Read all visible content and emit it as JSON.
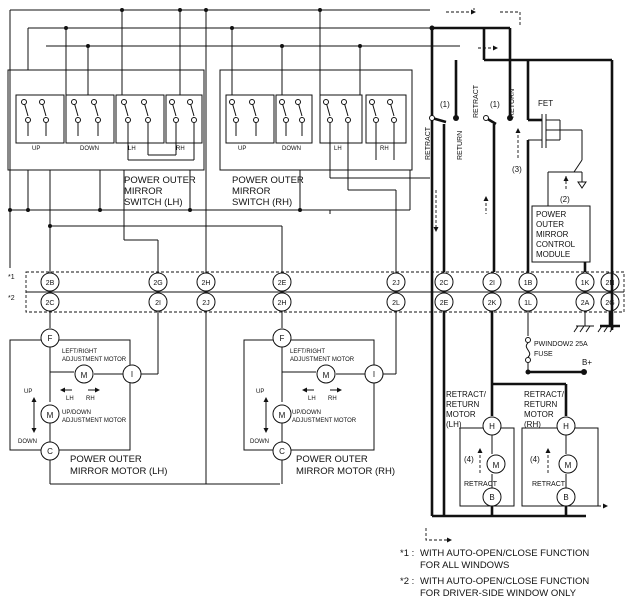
{
  "connector_rows": [
    {
      "marker": "*1",
      "pins": [
        "2B",
        "2G",
        "2H",
        "2E",
        "2J",
        "2C",
        "2I",
        "1B",
        "1K",
        "2N"
      ]
    },
    {
      "marker": "*2",
      "pins": [
        "2C",
        "2I",
        "2J",
        "2H",
        "2L",
        "2E",
        "2K",
        "1L",
        "2A",
        "2G"
      ]
    }
  ],
  "switch_lh": {
    "name_line1": "POWER OUTER",
    "name_line2": "MIRROR",
    "name_line3": "SWITCH (LH)",
    "up": "UP",
    "down": "DOWN",
    "lh": "LH",
    "rh": "RH"
  },
  "switch_rh": {
    "name_line1": "POWER OUTER",
    "name_line2": "MIRROR",
    "name_line3": "SWITCH (RH)",
    "up": "UP",
    "down": "DOWN",
    "lh": "LH",
    "rh": "RH"
  },
  "mirror_lh": {
    "terminal_f": "F",
    "terminal_i": "I",
    "terminal_c": "C",
    "lr_motor_line1": "LEFT/RIGHT",
    "lr_motor_line2": "ADJUSTMENT MOTOR",
    "ud_motor_line1": "UP/DOWN",
    "ud_motor_line2": "ADJUSTMENT MOTOR",
    "motor_symbol": "M",
    "lh": "LH",
    "rh": "RH",
    "up": "UP",
    "down": "DOWN",
    "name_line1": "POWER OUTER",
    "name_line2": "MIRROR MOTOR (LH)"
  },
  "mirror_rh": {
    "terminal_f": "F",
    "terminal_i": "I",
    "terminal_c": "C",
    "lr_motor_line1": "LEFT/RIGHT",
    "lr_motor_line2": "ADJUSTMENT MOTOR",
    "ud_motor_line1": "UP/DOWN",
    "ud_motor_line2": "ADJUSTMENT MOTOR",
    "motor_symbol": "M",
    "lh": "LH",
    "rh": "RH",
    "up": "UP",
    "down": "DOWN",
    "name_line1": "POWER OUTER",
    "name_line2": "MIRROR MOTOR (RH)"
  },
  "relays": {
    "retract": "RETRACT",
    "return": "RETURN",
    "mark_1": "(1)",
    "mark_2": "(2)",
    "mark_3": "(3)",
    "mark_4": "(4)",
    "fet": "FET"
  },
  "control_module": {
    "line1": "POWER",
    "line2": "OUTER",
    "line3": "MIRROR",
    "line4": "CONTROL",
    "line5": "MODULE"
  },
  "fuse": {
    "line1": "PWINDOW2 25A",
    "line2": "FUSE",
    "battery": "B+"
  },
  "retract_motor_lh": {
    "line1": "RETRACT/",
    "line2": "RETURN",
    "line3": "MOTOR",
    "line4": "(LH)",
    "terminal_h": "H",
    "terminal_b": "B",
    "motor_symbol": "M",
    "retract": "RETRACT"
  },
  "retract_motor_rh": {
    "line1": "RETRACT/",
    "line2": "RETURN",
    "line3": "MOTOR",
    "line4": "(RH)",
    "terminal_h": "H",
    "terminal_b": "B",
    "motor_symbol": "M",
    "retract": "RETRACT"
  },
  "notes": [
    {
      "marker": "*1 :",
      "line1": "WITH AUTO-OPEN/CLOSE FUNCTION",
      "line2": "FOR ALL WINDOWS"
    },
    {
      "marker": "*2 :",
      "line1": "WITH AUTO-OPEN/CLOSE FUNCTION",
      "line2": "FOR DRIVER-SIDE WINDOW ONLY"
    }
  ]
}
